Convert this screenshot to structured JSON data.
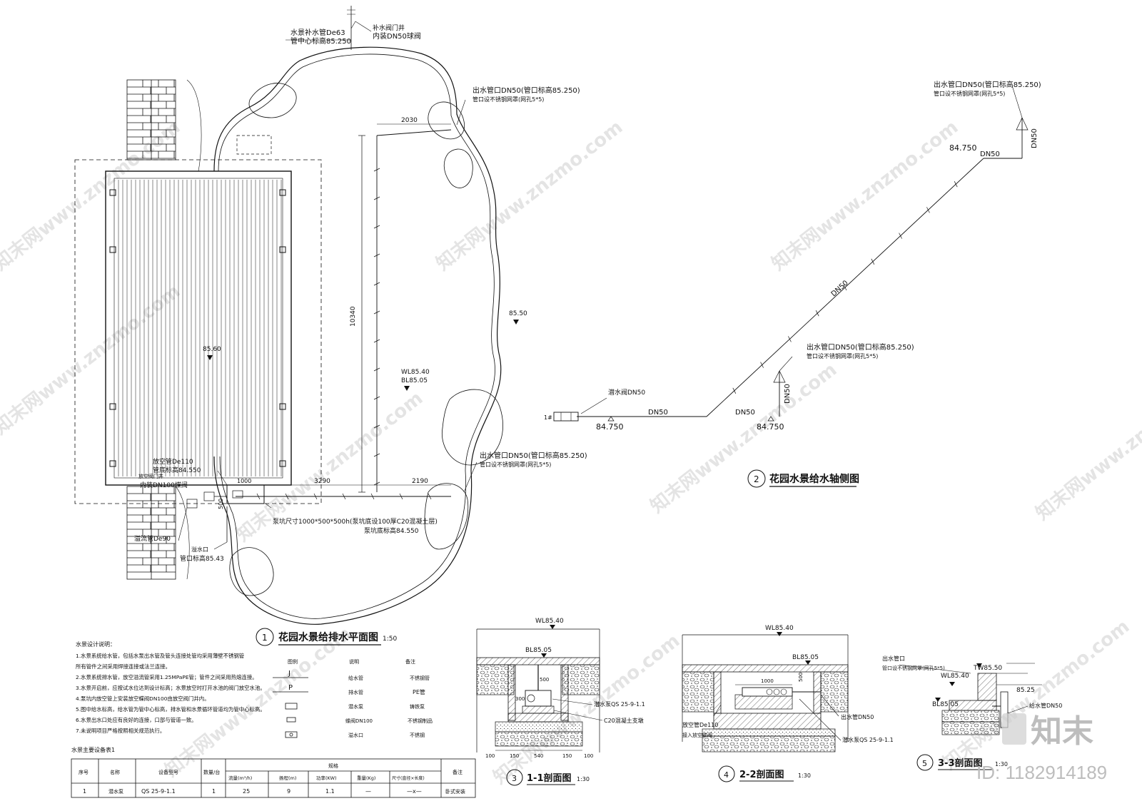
{
  "plan": {
    "top_labels": {
      "refill_pipe": "水景补水管De63",
      "pipe_center_elev": "管中心标高85.250",
      "refill_valve_well": "补水阀门井",
      "ball_valve": "内装DN50球阀"
    },
    "outlet_1": {
      "line1": "出水管口DN50(管口标高85.250)",
      "line2": "管口设不锈钢网罩(网孔5*5)"
    },
    "outlet_2": {
      "line1": "出水管口DN50(管口标高85.250)",
      "line2": "管口设不锈钢网罩(网孔5*5)"
    },
    "dims": {
      "d2030": "2030",
      "d10340": "10340",
      "d3290": "3290",
      "d2190": "2190",
      "d1000": "1000",
      "d500": "500"
    },
    "elevations": {
      "pond_ground": "85.50",
      "deck": "85.60",
      "wl": "WL85.40",
      "bl": "BL85.05"
    },
    "drain_labels": {
      "vent_pipe": "放空管De110",
      "vent_elev": "管底标高84.550",
      "vent_well": "放空阀门井",
      "vent_valve": "内装DN100蝶阀",
      "pit_size": "泵坑尺寸1000*500*500h(泵坑底设100厚C20混凝土层)",
      "pit_bottom": "泵坑底标高84.550",
      "overflow_pipe": "溢流管De90",
      "overflow_mouth": "溢水口",
      "overflow_elev": "管口标高85.43"
    },
    "title_no": "1",
    "title": "花园水景给排水平面图",
    "scale": "1:50"
  },
  "axon": {
    "outlet_top": {
      "line1": "出水管口DN50(管口标高85.250)",
      "line2": "管口设不锈钢网罩(网孔5*5)"
    },
    "outlet_mid": {
      "line1": "出水管口DN50(管口标高85.250)",
      "line2": "管口设不锈钢网罩(网孔5*5)"
    },
    "pump_valve": "潜水阀DN50",
    "pump_tag": "1#",
    "elev_low1": "84.750",
    "elev_low2": "84.750",
    "elev_high": "84.750",
    "dn50": "DN50",
    "title_no": "2",
    "title": "花园水景给水轴侧图"
  },
  "notes": {
    "heading": "水景设计说明：",
    "items": [
      "1.水景系统给水管，包括水泵出水管及管头连接处管均采用薄壁不锈钢管",
      "  所有管件之间采用焊接连接或法兰连接。",
      "2.水景系统排水管，放空溢流管采用1.25MPaPE管；管件之间采用热熔连接。",
      "3.水景开启前，应按试水位达到设计标高；水景放空时打开水池的阀门放空水池。",
      "4.泵坑内放空管上安装放空蝶阀DN100由放空阀门井内。",
      "5.图中给水标高，给水管为管中心标高，排水管和水景循环管道均为管中心标高。",
      "6.水景出水口处应有良好的连接，口部与管道一致。",
      "7.未说明项目严格按照相关规范执行。"
    ]
  },
  "legend": {
    "headers": [
      "图例",
      "说明",
      "备注"
    ],
    "rows": [
      {
        "sym": "J",
        "desc": "给水管",
        "note": "不锈钢管"
      },
      {
        "sym": "P",
        "desc": "排水管",
        "note": "PE管"
      },
      {
        "sym": "",
        "desc": "潜水泵",
        "note": "铸铁泵"
      },
      {
        "sym": "",
        "desc": "蝶阀DN100",
        "note": "不锈钢制品"
      },
      {
        "sym": "",
        "desc": "溢水口",
        "note": "不锈钢"
      }
    ]
  },
  "equipment": {
    "title": "水景主要设备表1",
    "headers": [
      "序号",
      "名称",
      "设备型号",
      "数量/台",
      "规格",
      "备注"
    ],
    "sub_headers": [
      "流量(m³/h)",
      "扬程(m)",
      "功率(KW)",
      "重量(Kg)",
      "尺寸(直径×长度)"
    ],
    "row": [
      "1",
      "潜水泵",
      "QS 25-9-1.1",
      "1",
      "25",
      "9",
      "1.1",
      "—",
      "—x—",
      "卧式安装"
    ]
  },
  "sec11": {
    "wl": "WL85.40",
    "bl": "BL85.05",
    "pump": "潜水泵QS 25-9-1.1",
    "concrete": "C20混凝土支墩",
    "d500": "500",
    "d300": "300",
    "d150": "150",
    "d540": "540",
    "d100": "100",
    "title_no": "3",
    "title": "1-1剖面图",
    "scale": "1:30"
  },
  "sec22": {
    "wl": "WL85.40",
    "bl": "BL85.05",
    "d1000": "1000",
    "d500": "500",
    "outlet": "出水管DN50",
    "pump": "潜水泵QS 25-9-1.1",
    "vent": "放空管De110",
    "vent2": "接入放空蝶阀",
    "title_no": "4",
    "title": "2-2剖面图",
    "scale": "1:30"
  },
  "sec33": {
    "outlet": "出水管口",
    "mesh": "管口设不锈钢网罩(网孔5*5)",
    "tw": "TW85.50",
    "wl": "WL85.40",
    "bl": "BL85.05",
    "e8525": "85.25",
    "pipe": "给水管DN50",
    "title_no": "5",
    "title": "3-3剖面图",
    "scale": "1:30"
  },
  "stamp": {
    "logo": "知末",
    "id": "ID: 1182914189"
  },
  "watermarks": [
    "知末网www.znzmo.com"
  ]
}
